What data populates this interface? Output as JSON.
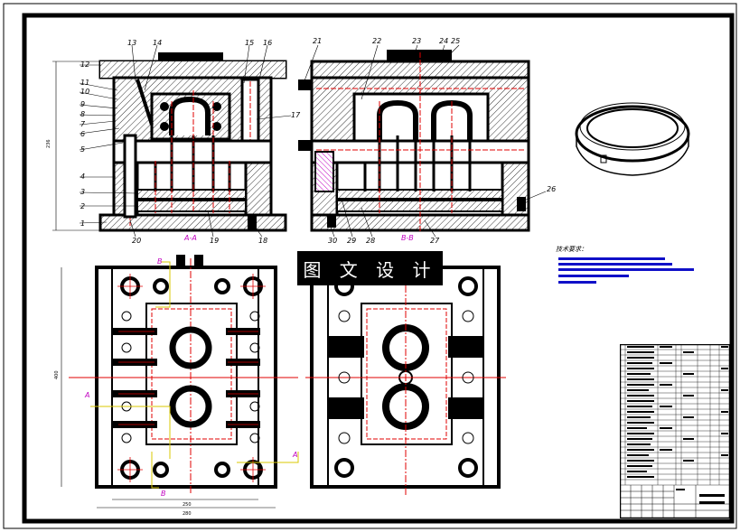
{
  "banner": {
    "text": "图 文 设 计"
  },
  "notes": {
    "title": "技术要求：",
    "lines": [
      {
        "len": 118
      },
      {
        "len": 126
      },
      {
        "len": 150
      },
      {
        "len": 78
      },
      {
        "len": 42
      }
    ]
  },
  "section_labels": {
    "left": "A-A",
    "right": "B-B"
  },
  "callouts_left": [
    "1",
    "2",
    "3",
    "4",
    "5",
    "6",
    "7",
    "8",
    "9",
    "10",
    "11",
    "12"
  ],
  "callouts_top_left": [
    "13",
    "14",
    "15",
    "16",
    "17"
  ],
  "callouts_bottom_left": [
    "20",
    "19",
    "18"
  ],
  "callouts_top_right": [
    "21",
    "22",
    "23",
    "24",
    "25"
  ],
  "callouts_right": [
    "26"
  ],
  "callouts_bottom_right": [
    "30",
    "29",
    "28",
    "27"
  ],
  "view_marks": {
    "a": "A",
    "b": "B"
  },
  "colors": {
    "accent_blue": "#1010c8",
    "centerline_red": "#e00000",
    "dim_magenta": "#c000c0",
    "mark_yellow": "#d8c800"
  }
}
